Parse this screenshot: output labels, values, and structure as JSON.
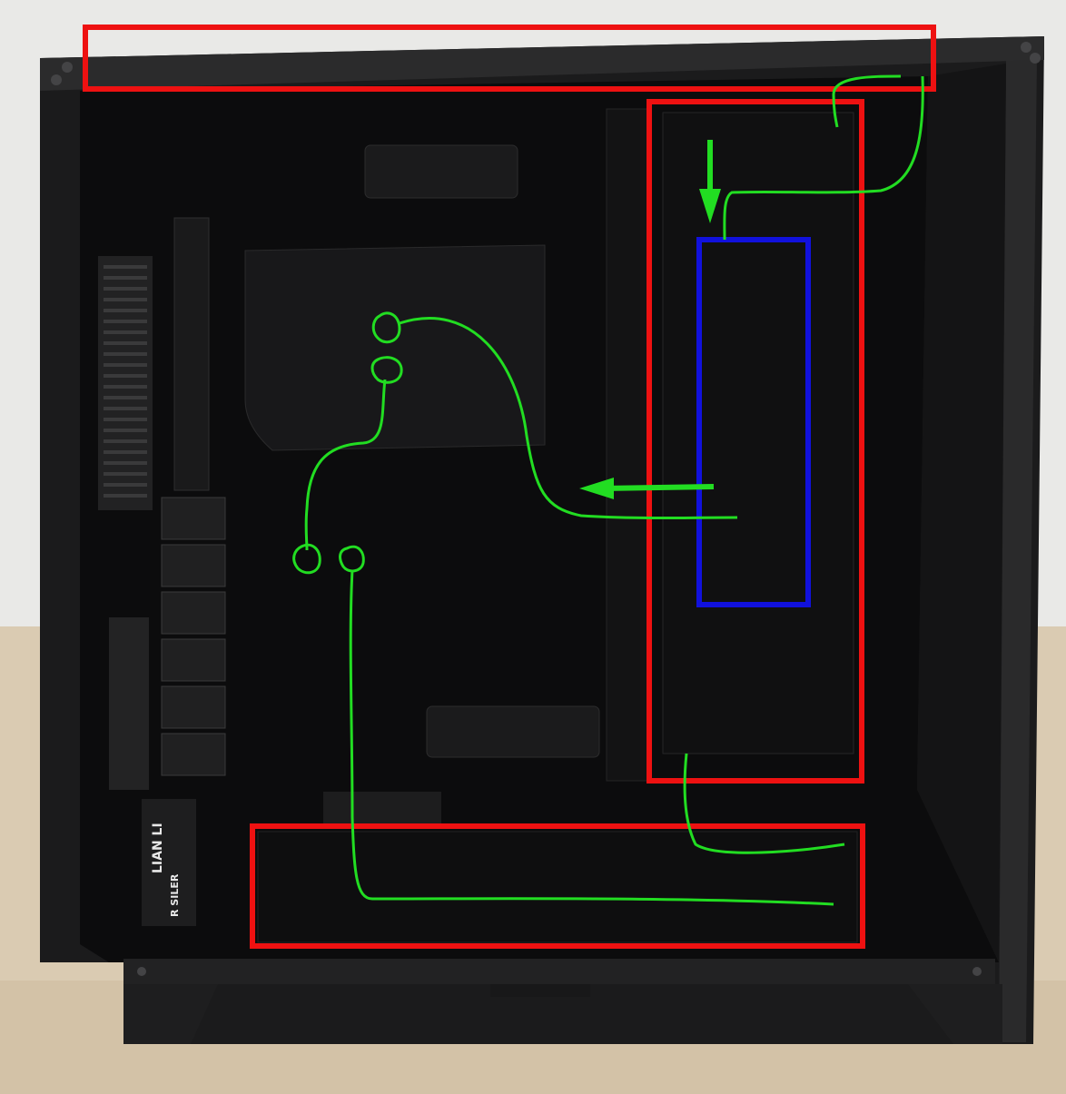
{
  "photo": {
    "brand_badge": {
      "line1": "LIAN LI",
      "line2": "R SILER"
    }
  },
  "annotations": {
    "red_zones": [
      "top-radiator-zone",
      "side-radiator-zone",
      "bottom-radiator-zone"
    ],
    "blue_zone": "reservoir-zone",
    "green_arrows": [
      "down-arrow",
      "left-arrow"
    ],
    "colors": {
      "red": "#ee1111",
      "blue": "#1111dd",
      "green": "#22dd22"
    }
  },
  "colors": {
    "wall": "#e9e9e7",
    "desk": "#d9c9b0",
    "case_frame": "#1b1b1c",
    "case_interior": "#0b0b0c"
  }
}
